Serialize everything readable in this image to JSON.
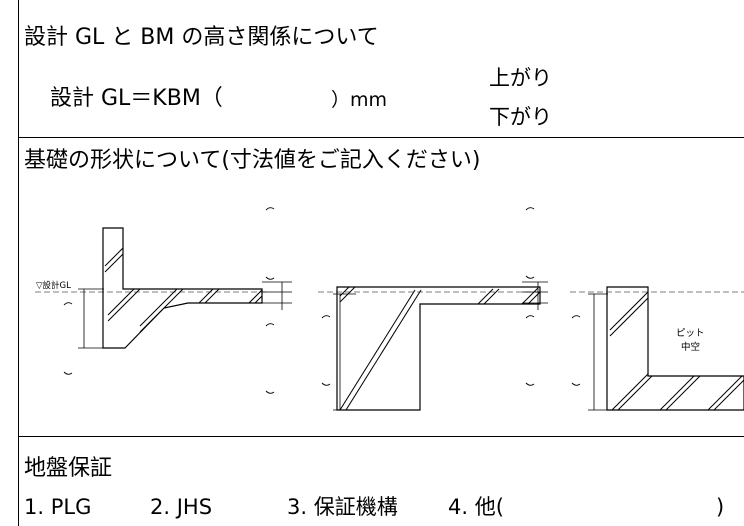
{
  "gl_section": {
    "title": "設計 GL と BM の高さ関係について",
    "formula_label": "設計 GL＝KBM（",
    "formula_close": "）mm",
    "option_up": "上がり",
    "option_down": "下がり"
  },
  "foundation_section": {
    "title": "基礎の形状について(寸法値をご記入ください)",
    "gl_marker": "▽設計GL",
    "pit_label_line1": "ピット",
    "pit_label_line2": "中空"
  },
  "ground_section": {
    "title": "地盤保証",
    "option1": "1. PLG",
    "option2": "2. JHS",
    "option3": "3. 保証機構",
    "option4_open": "4. 他(",
    "option4_close": ")"
  }
}
